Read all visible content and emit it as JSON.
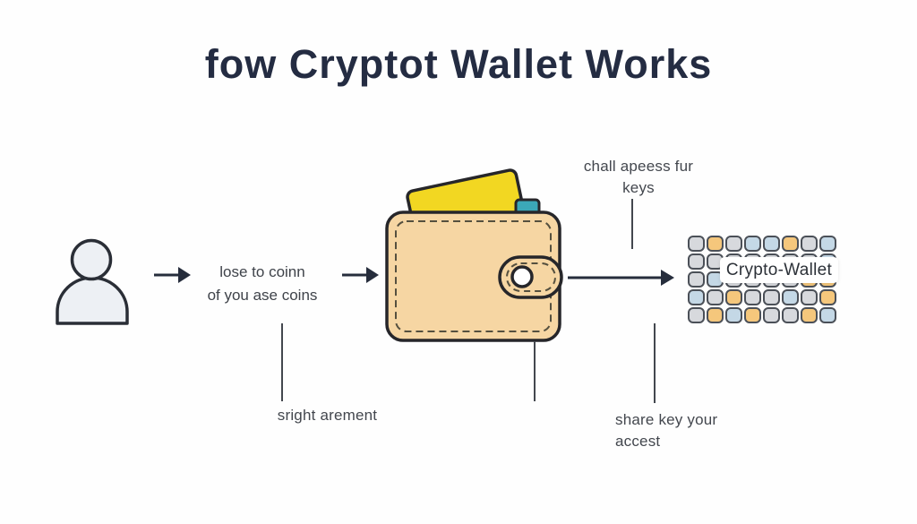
{
  "title": "fow Cryptot Wallet Works",
  "flow": {
    "step_text": {
      "line1": "lose to coinn",
      "line2": "of you ase coins"
    }
  },
  "key_grid": {
    "label": "Crypto-Wallet",
    "pattern": [
      [
        "g",
        "o",
        "g",
        "b",
        "b",
        "o",
        "g",
        "b"
      ],
      [
        "g",
        "g",
        "g",
        "g",
        "g",
        "g",
        "g",
        "b"
      ],
      [
        "g",
        "b",
        "g",
        "g",
        "g",
        "g",
        "o",
        "o"
      ],
      [
        "b",
        "g",
        "o",
        "g",
        "g",
        "b",
        "g",
        "o"
      ],
      [
        "g",
        "o",
        "b",
        "o",
        "g",
        "g",
        "o",
        "b"
      ]
    ]
  },
  "annotations": {
    "keys": {
      "line1": "chall apeess fur",
      "line2": "keys"
    },
    "agreement": {
      "text": "sright arement"
    },
    "access": {
      "line1": "share key your",
      "line2": "accest"
    }
  },
  "colors": {
    "title": "#242c42",
    "text": "#43474e",
    "arrow": "#262d3c",
    "line": "#43474e",
    "wallet_tan": "#f6d6a3",
    "wallet_outline": "#26262a",
    "stitch": "#55503f",
    "card_yellow": "#f2d722",
    "card_teal": "#3ba8b8",
    "person_fill": "#edf0f4",
    "grid": {
      "g": "#d7d9dd",
      "b": "#c4d8e6",
      "o": "#f5c77c"
    },
    "cell_border": "#4b5058",
    "label_text": "#2c3138"
  }
}
